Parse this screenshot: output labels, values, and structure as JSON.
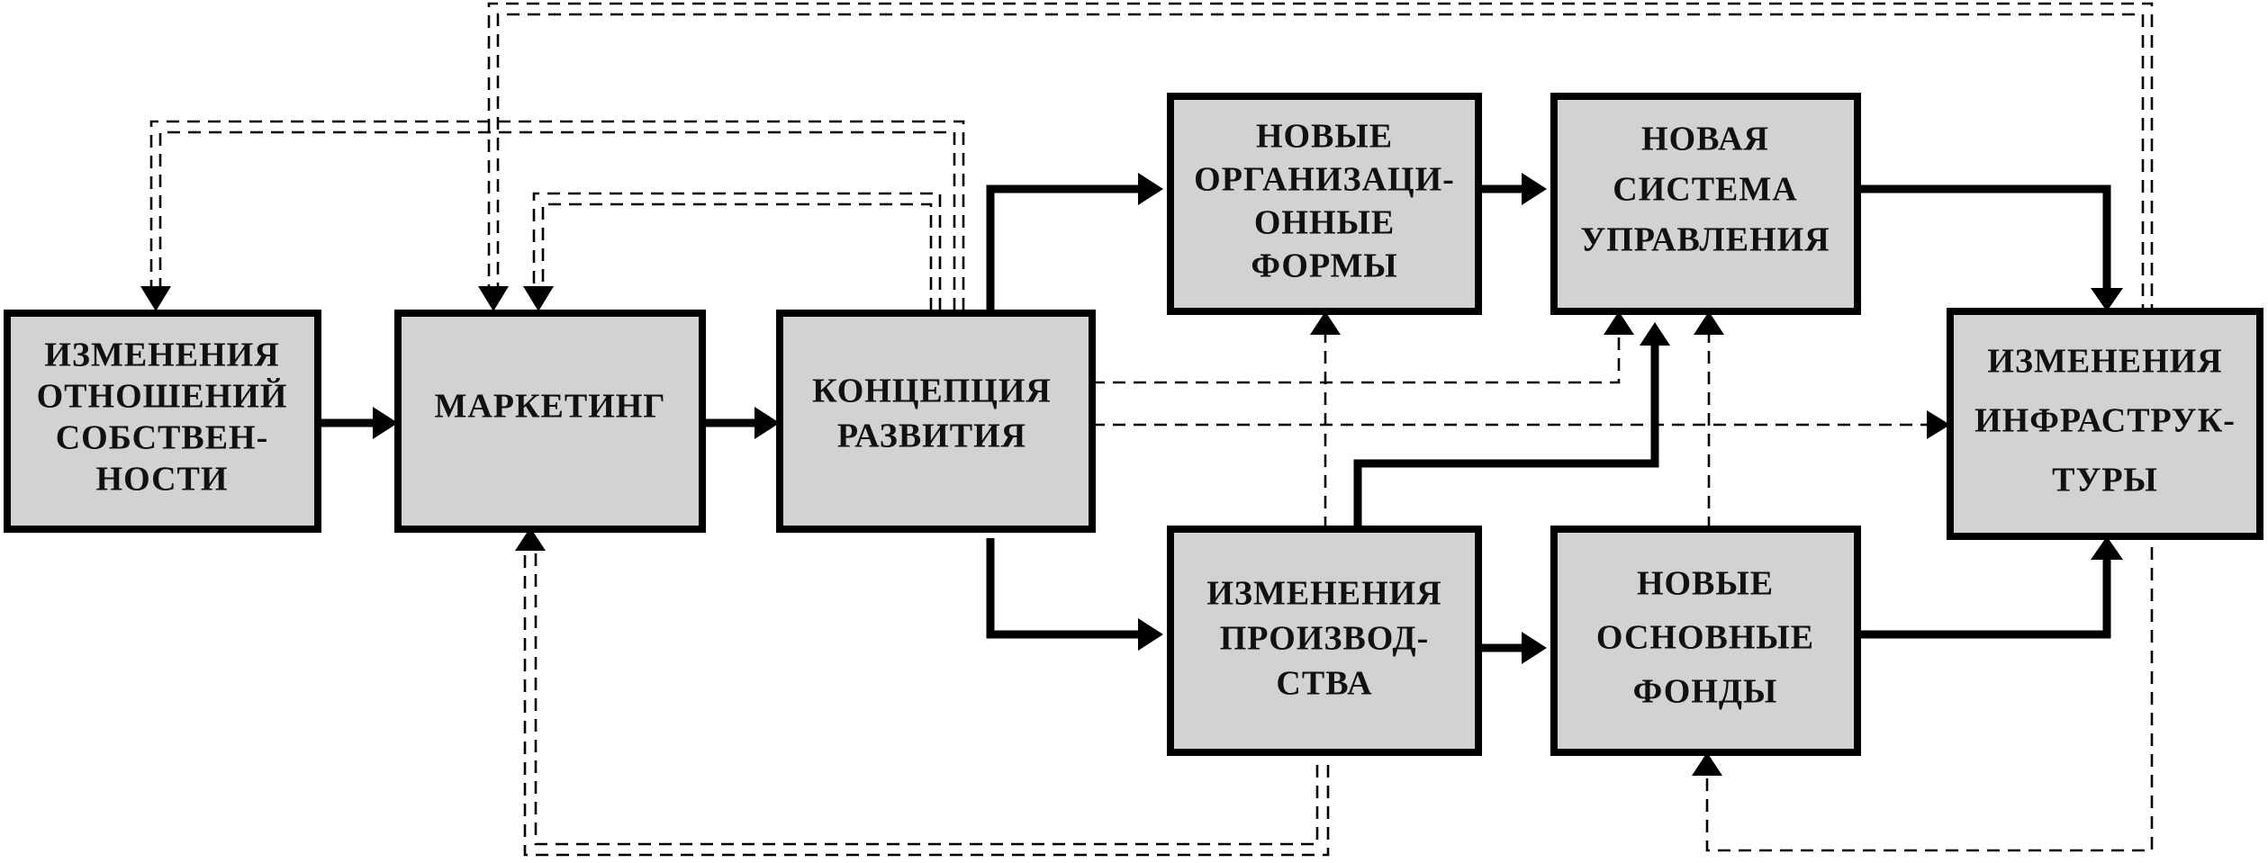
{
  "boxes": {
    "ownership": [
      "ИЗМЕНЕНИЯ",
      "ОТНОШЕНИЙ",
      "СОБСТВЕН-",
      "НОСТИ"
    ],
    "marketing": [
      "МАРКЕТИНГ"
    ],
    "concept": [
      "КОНЦЕПЦИЯ",
      "РАЗВИТИЯ"
    ],
    "org_forms": [
      "НОВЫЕ",
      "ОРГАНИЗАЦИ-",
      "ОННЫЕ",
      "ФОРМЫ"
    ],
    "management": [
      "НОВАЯ",
      "СИСТЕМА",
      "УПРАВЛЕНИЯ"
    ],
    "infrastructure": [
      "ИЗМЕНЕНИЯ",
      "ИНФРАСТРУК-",
      "ТУРЫ"
    ],
    "production": [
      "ИЗМЕНЕНИЯ",
      "ПРОИЗВОД-",
      "СТВА"
    ],
    "fixed_assets": [
      "НОВЫЕ",
      "ОСНОВНЫЕ",
      "ФОНДЫ"
    ]
  },
  "colors": {
    "box_fill": "#d2d2d2",
    "line": "#000000"
  }
}
